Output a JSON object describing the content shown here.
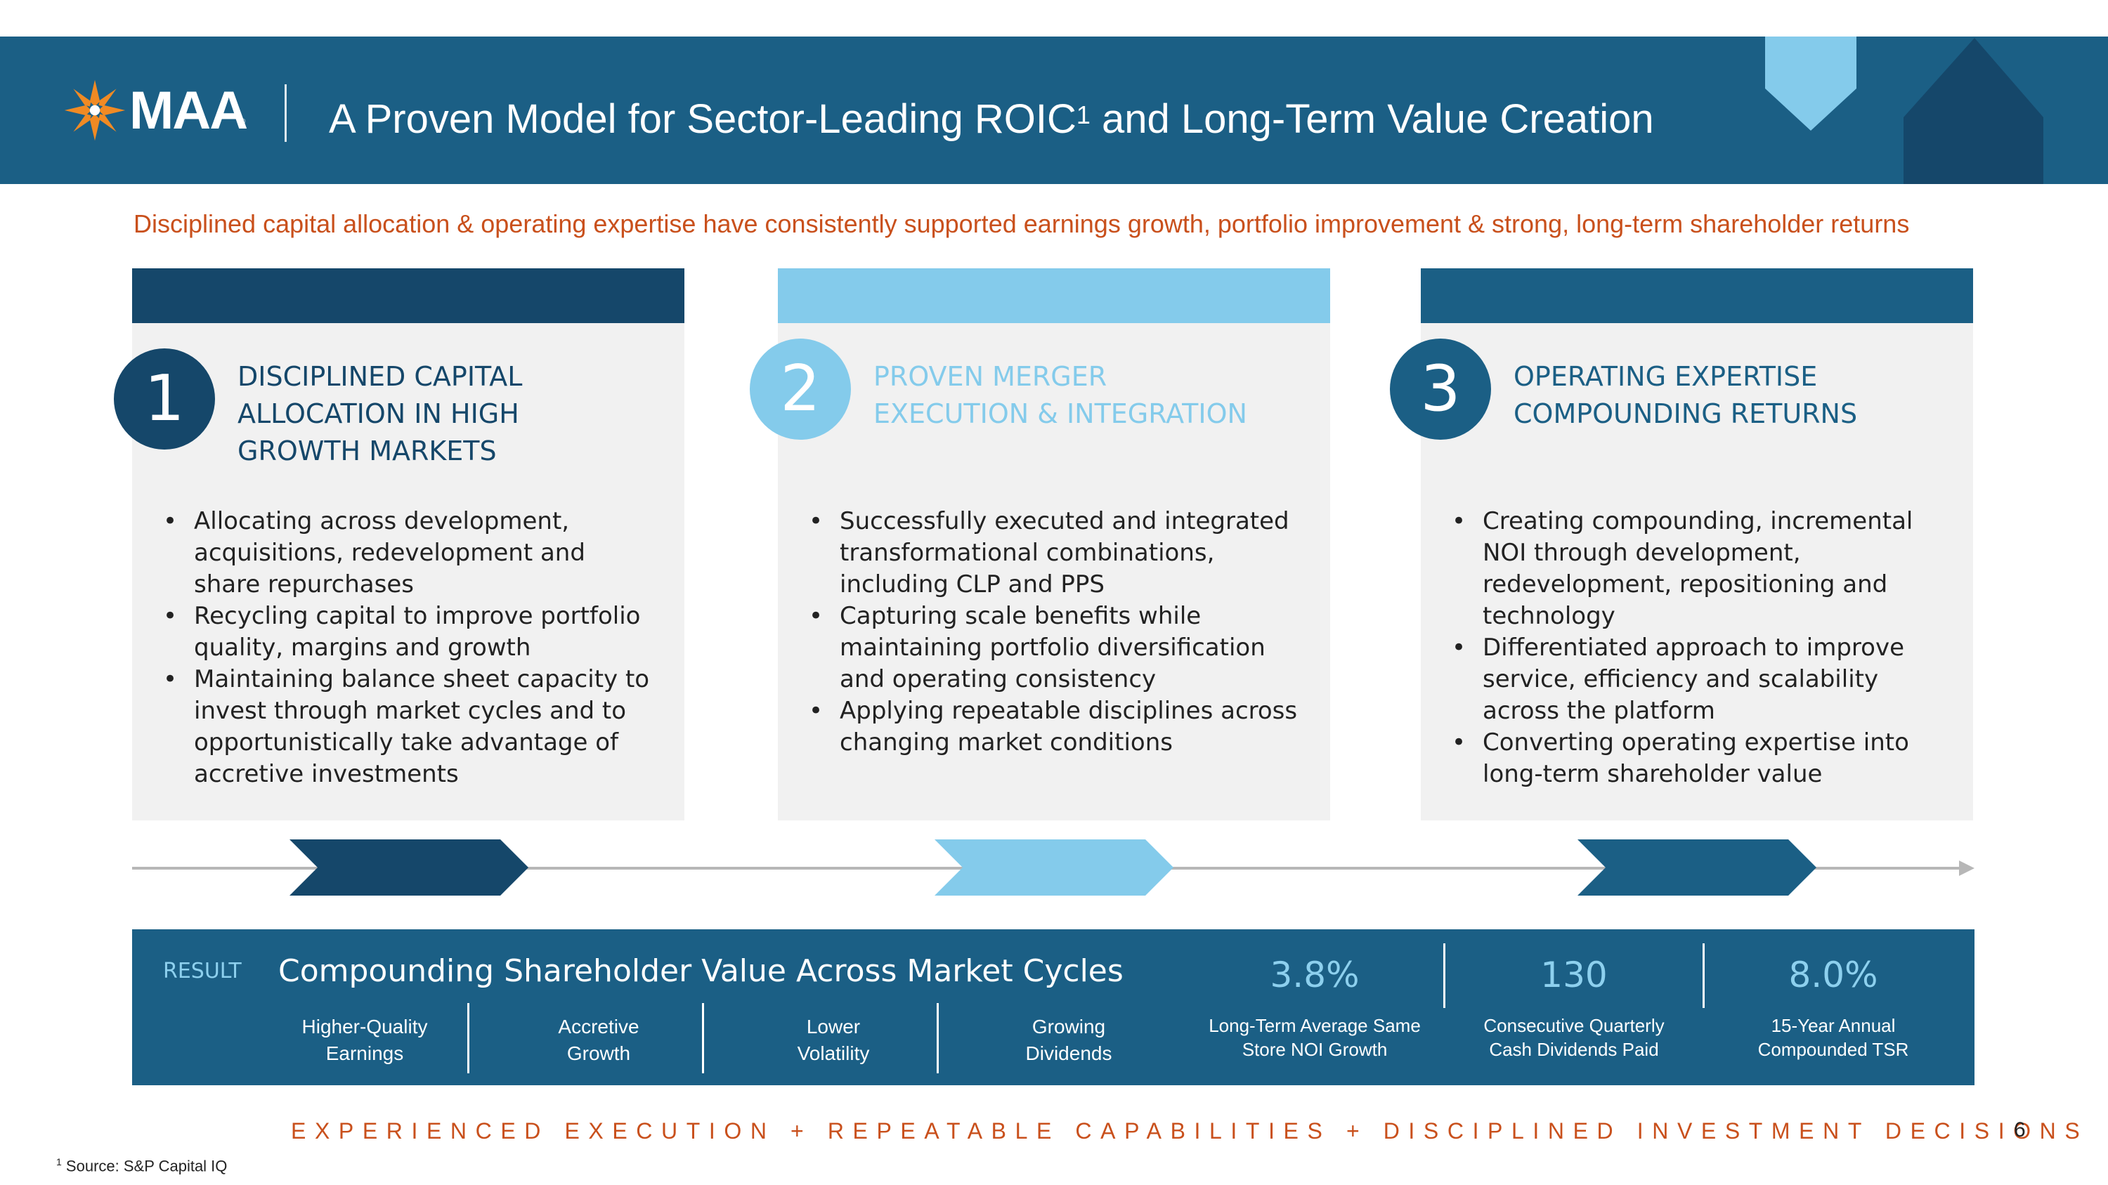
{
  "header": {
    "logo_text": "MAA",
    "logo_reg": "®",
    "title_pre": "A Proven Model for Sector-Leading ROIC",
    "title_sup": "1",
    "title_post": " and Long-Term Value Creation"
  },
  "subtitle": "Disciplined capital allocation & operating expertise have consistently supported earnings growth, portfolio improvement & strong, long-term  shareholder returns",
  "pillars": [
    {
      "number": "1",
      "title_lines": [
        "DISCIPLINED CAPITAL",
        "ALLOCATION IN HIGH",
        "GROWTH MARKETS"
      ],
      "bullets": [
        "Allocating across development, acquisitions, redevelopment and share repurchases",
        "Recycling capital to improve portfolio quality, margins and growth",
        "Maintaining balance sheet capacity to invest through market cycles and to opportunistically take advantage of accretive investments"
      ],
      "color": "#15476a"
    },
    {
      "number": "2",
      "title_lines": [
        "PROVEN MERGER",
        "EXECUTION & INTEGRATION"
      ],
      "bullets": [
        "Successfully executed and integrated transformational combinations, including CLP and PPS",
        "Capturing scale benefits while maintaining portfolio diversification and operating consistency",
        "Applying repeatable disciplines across changing market conditions"
      ],
      "color": "#84cbeb"
    },
    {
      "number": "3",
      "title_lines": [
        "OPERATING EXPERTISE",
        "COMPOUNDING RETURNS"
      ],
      "bullets": [
        "Creating compounding, incremental NOI through development, redevelopment, repositioning and technology",
        "Differentiated approach to improve service, efficiency and scalability across the platform",
        "Converting operating expertise into long-term shareholder value"
      ],
      "color": "#1b5f85"
    }
  ],
  "result": {
    "label": "RESULT",
    "title": "Compounding Shareholder Value Across Market Cycles",
    "items": [
      [
        "Higher-Quality",
        "Earnings"
      ],
      [
        "Accretive",
        "Growth"
      ],
      [
        "Lower",
        "Volatility"
      ],
      [
        "Growing",
        "Dividends"
      ]
    ],
    "stats": [
      {
        "value": "3.8%",
        "label": [
          "Long-Term Average Same",
          "Store NOI Growth"
        ]
      },
      {
        "value": "130",
        "label": [
          "Consecutive Quarterly",
          "Cash Dividends Paid"
        ]
      },
      {
        "value": "8.0%",
        "label": [
          "15-Year Annual",
          "Compounded TSR"
        ]
      }
    ]
  },
  "tagline": "EXPERIENCED EXECUTION + REPEATABLE CAPABILITIES + DISCIPLINED INVESTMENT DECISIONS",
  "page_number": "6",
  "footnote": {
    "sup": "1",
    "text": "Source: S&P Capital IQ"
  },
  "colors": {
    "navy": "#1b5f85",
    "dark_navy": "#15476a",
    "light_blue": "#84cbeb",
    "accent_orange": "#c9501c"
  }
}
